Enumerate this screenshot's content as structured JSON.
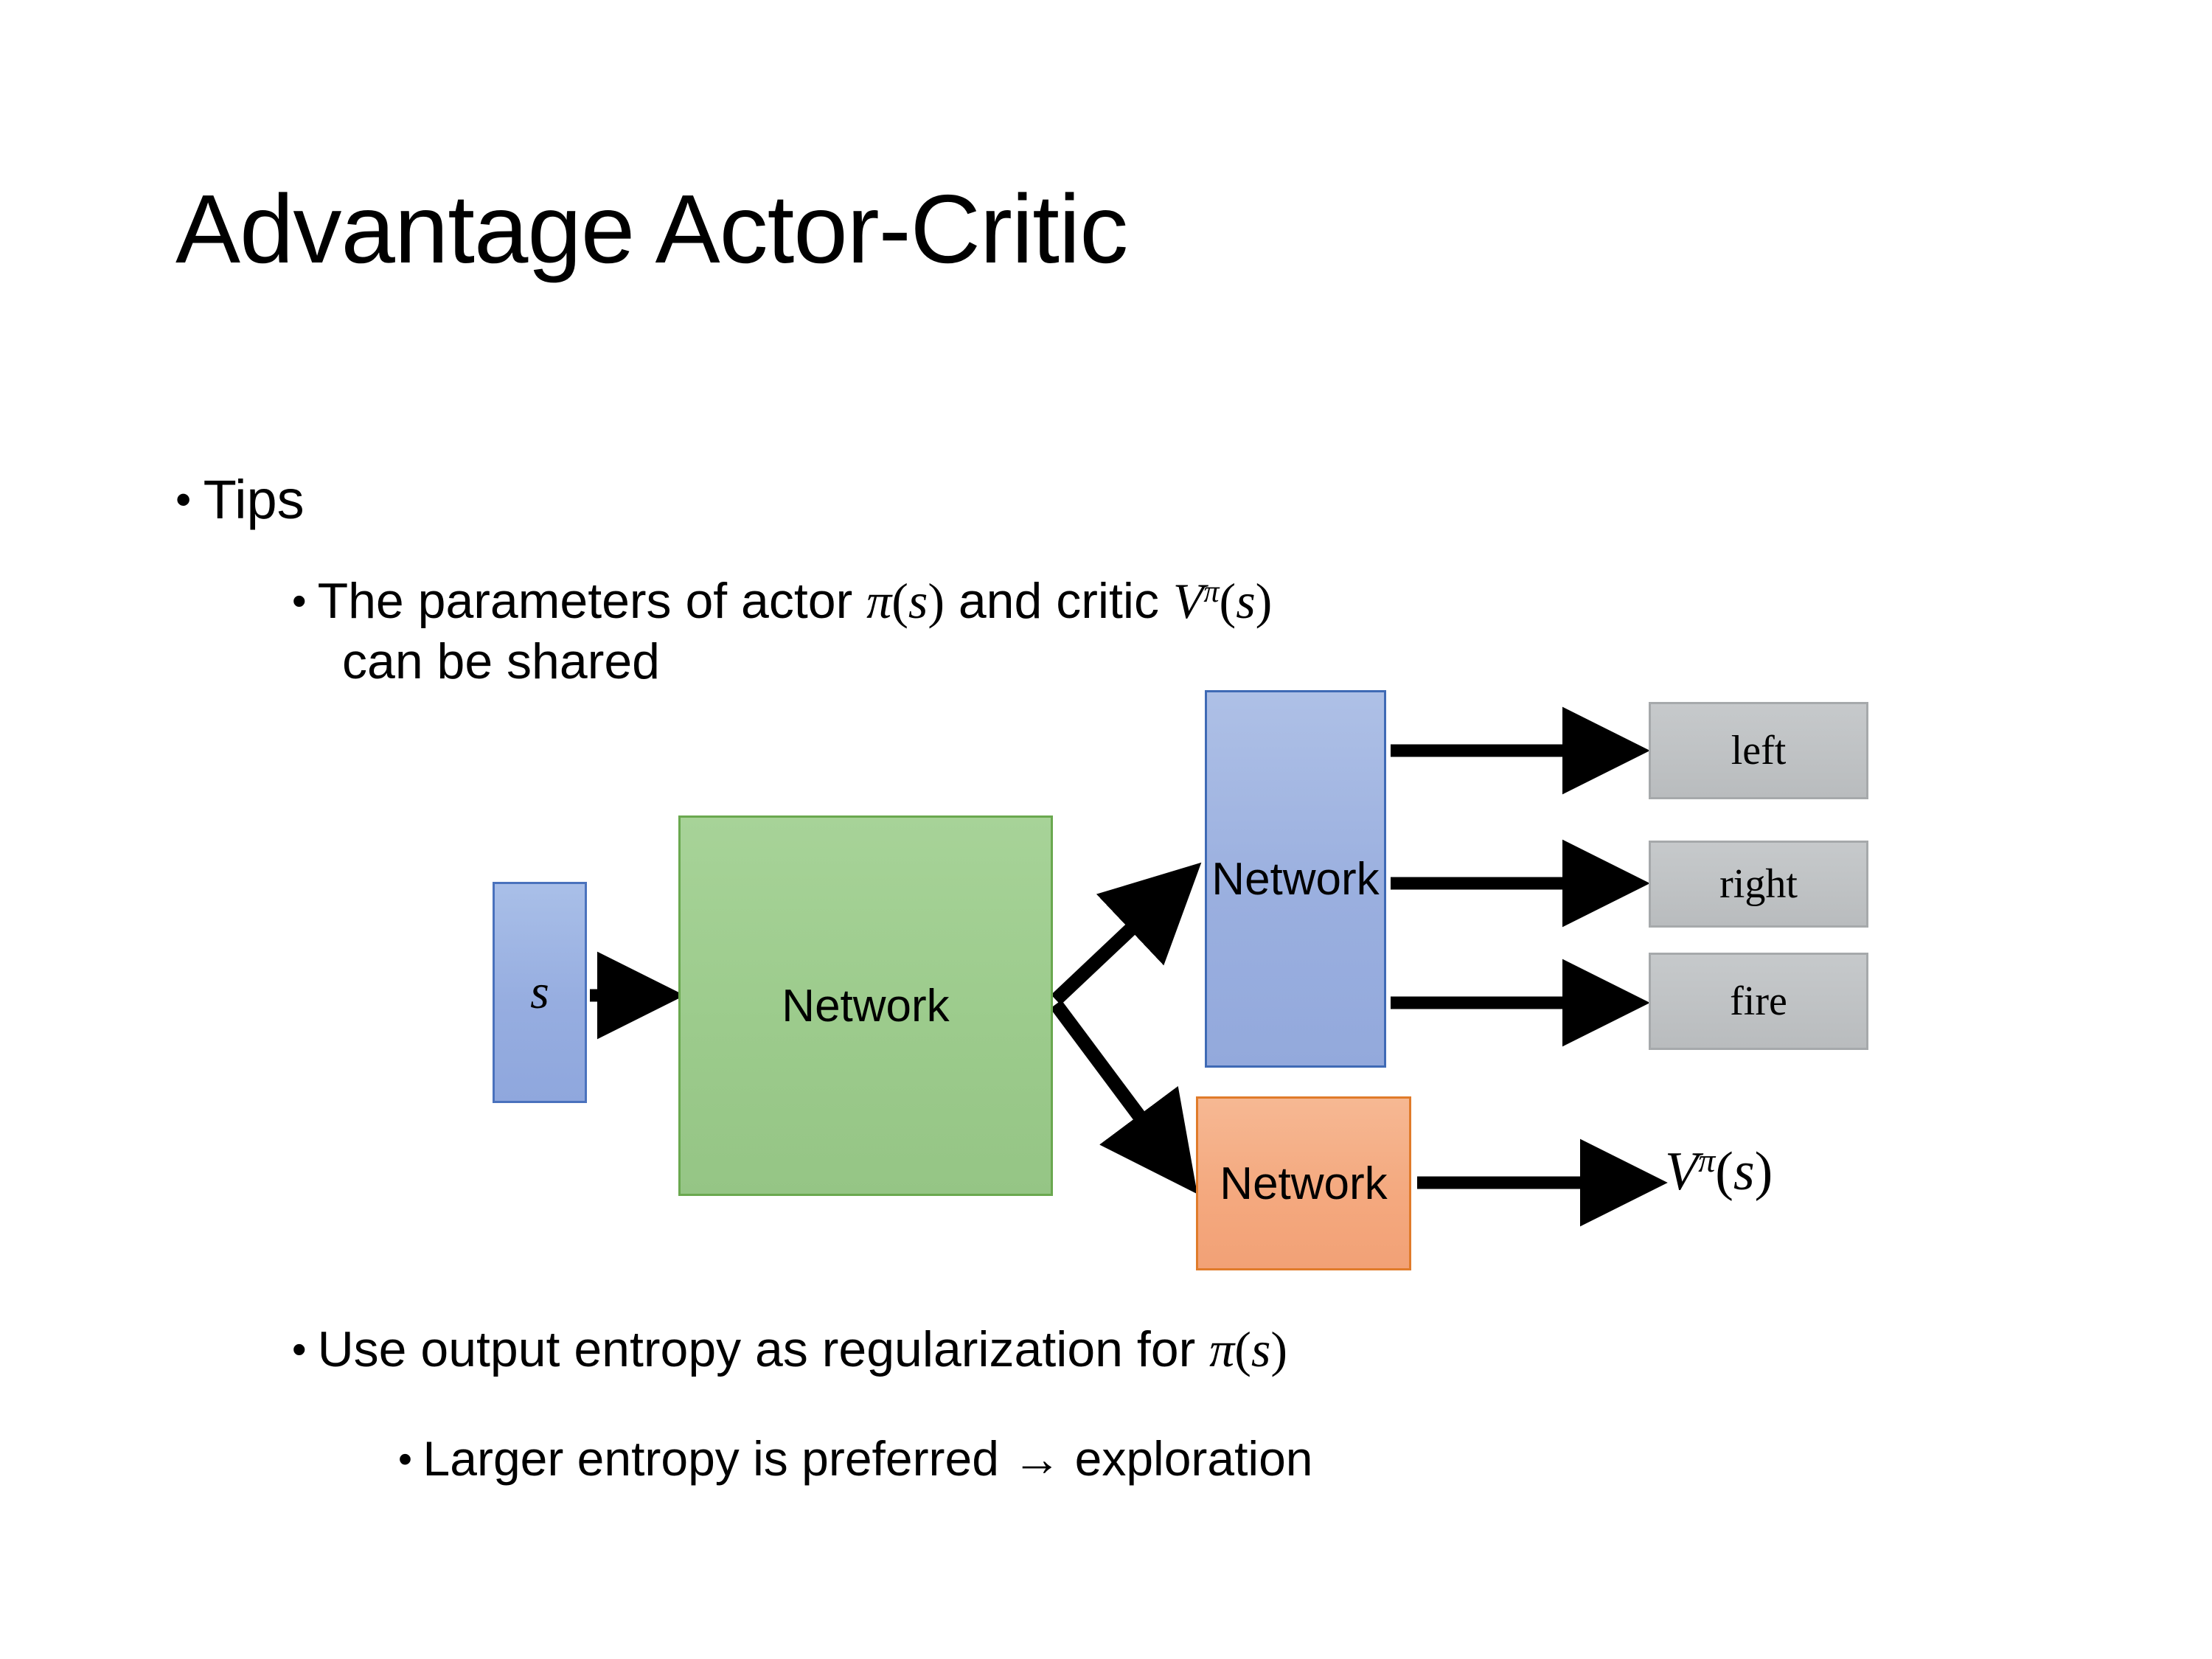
{
  "slide": {
    "title": "Advantage Actor-Critic"
  },
  "bullets": {
    "tips": {
      "marker": "•",
      "text": "Tips"
    },
    "parameters": {
      "marker": "•",
      "text_before_pi": "The parameters of actor ",
      "pi": "π",
      "paren_open": "(",
      "s": "s",
      "paren_close": ")",
      "text_middle": "  and critic ",
      "v": "V",
      "v_sup": "π",
      "continuation": "can be shared"
    },
    "entropy": {
      "marker": "•",
      "text": "Use output entropy as regularization for ",
      "pi": "π",
      "paren_open": "(",
      "s": "s",
      "paren_close": ")"
    },
    "larger": {
      "marker": "•",
      "text": "Larger entropy is preferred → exploration"
    }
  },
  "diagram": {
    "state_box": {
      "label": "s",
      "fill": "#96ade0",
      "border": "#4a72bd"
    },
    "shared_network": {
      "label": "Network",
      "fill": "#9ccb8c",
      "border": "#6aa84f"
    },
    "actor_network": {
      "label": "Network",
      "fill": "#9aafdf",
      "border": "#3f6ab5"
    },
    "critic_network": {
      "label": "Network",
      "fill": "#f4a97f",
      "border": "#e07b2a"
    },
    "actions": [
      {
        "label": "left",
        "fill": "#bfc2c4",
        "border": "#a6a9ab"
      },
      {
        "label": "right",
        "fill": "#bfc2c4",
        "border": "#a6a9ab"
      },
      {
        "label": "fire",
        "fill": "#bfc2c4",
        "border": "#a6a9ab"
      }
    ],
    "critic_output": {
      "v": "V",
      "v_sup": "π",
      "paren_open": "(",
      "s": "s",
      "paren_close": ")"
    },
    "arrow_color": "#000000"
  }
}
